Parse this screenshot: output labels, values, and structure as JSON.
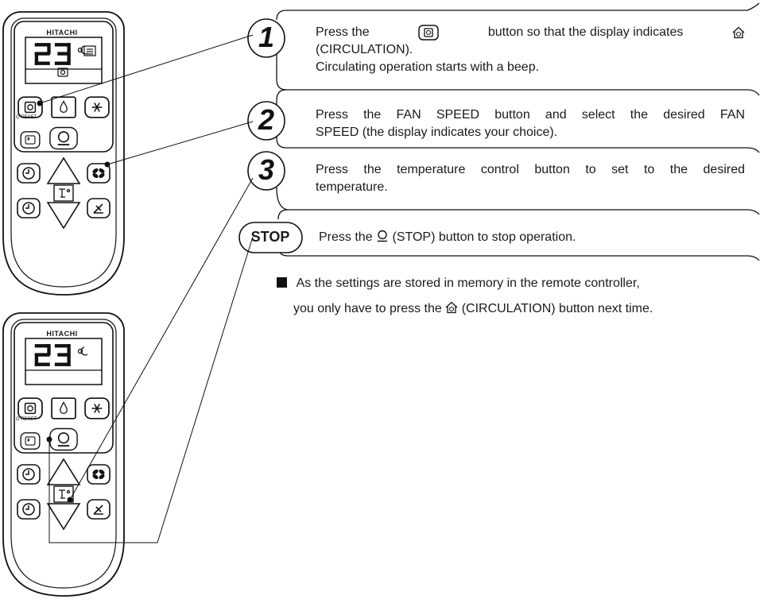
{
  "remote_top": {
    "brand": "HITACHI",
    "display_temp": "23",
    "reset_label": "O RESET"
  },
  "remote_bottom": {
    "brand": "HITACHI",
    "display_temp": "23",
    "reset_label": "O RESET"
  },
  "steps": [
    {
      "number": "1",
      "text_before_icon": "Press the",
      "text_after_icon": "button so that the display indicates",
      "line2": "(CIRCULATION).",
      "line3": "Circulating operation starts with a beep."
    },
    {
      "number": "2",
      "line1": "Press the FAN SPEED button and select the desired FAN",
      "line2": "SPEED (the display indicates your choice)."
    },
    {
      "number": "3",
      "line1": "Press the temperature control button to set to the desired",
      "line2": "temperature."
    }
  ],
  "stop": {
    "label": "STOP",
    "text_before_icon": "Press the",
    "text_after_icon": "(STOP) button to stop operation."
  },
  "note": {
    "line1": "As the settings are stored in memory in the remote controller,",
    "line2_before_icon": "you only have to press the",
    "line2_after_icon": "(CIRCULATION) button next time."
  },
  "icons": {
    "circulation_button": "circulation-button-icon",
    "circulation_symbol": "circulation-icon",
    "stop_symbol": "stop-icon",
    "dry": "drop-icon",
    "cool": "snowflake-icon",
    "fan": "fan-icon",
    "timer": "clock-icon",
    "swing": "swing-icon",
    "temp": "thermo-icon"
  }
}
